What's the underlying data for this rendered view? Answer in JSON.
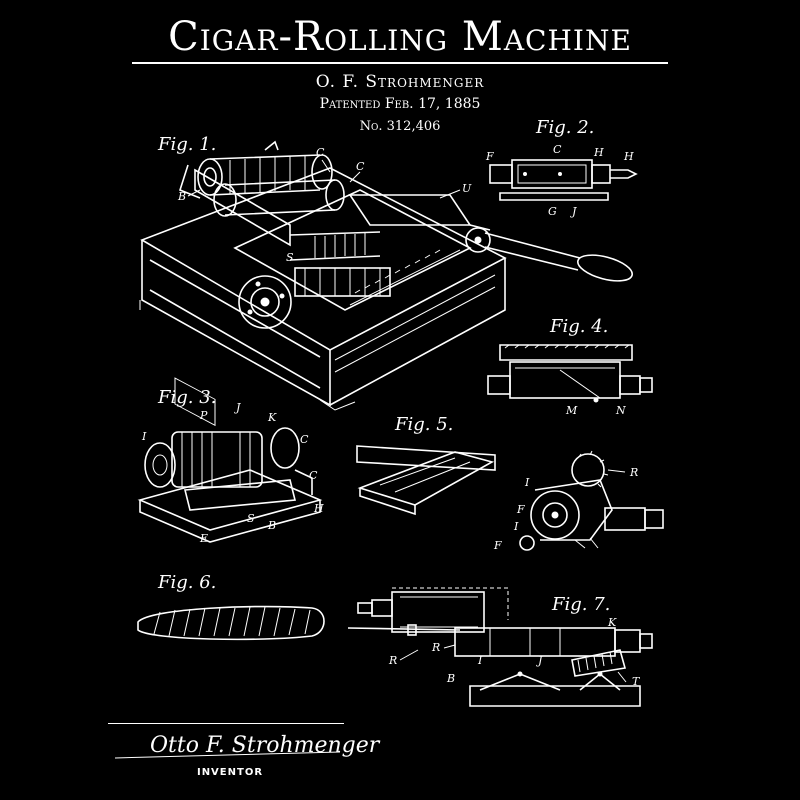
{
  "header": {
    "title": "Cigar-Rolling Machine",
    "inventor_name": "O. F. Strohmenger",
    "patent_date": "Patented Feb. 17, 1885",
    "patent_number": "No. 312,406"
  },
  "figures": {
    "fig1": {
      "caption": "Fig. 1.",
      "labels": [
        "C",
        "C",
        "B",
        "U",
        "S"
      ]
    },
    "fig2": {
      "caption": "Fig. 2.",
      "labels": [
        "F",
        "C",
        "H",
        "H",
        "G",
        "J"
      ]
    },
    "fig3": {
      "caption": "Fig. 3.",
      "labels": [
        "P",
        "J",
        "K",
        "I",
        "C",
        "C",
        "H",
        "S",
        "E",
        "B"
      ]
    },
    "fig4": {
      "caption": "Fig. 4.",
      "labels": [
        "M",
        "N"
      ]
    },
    "fig5": {
      "caption": "Fig. 5."
    },
    "fig6": {
      "caption": "Fig. 6."
    },
    "fig7": {
      "caption": "Fig. 7.",
      "labels": [
        "K",
        "R",
        "R",
        "I",
        "J",
        "B",
        "T"
      ]
    },
    "fig8": {
      "labels": [
        "R",
        "I",
        "F",
        "I",
        "F"
      ]
    }
  },
  "footer": {
    "signature": "Otto F. Strohmenger",
    "signature_caption": "INVENTOR"
  }
}
